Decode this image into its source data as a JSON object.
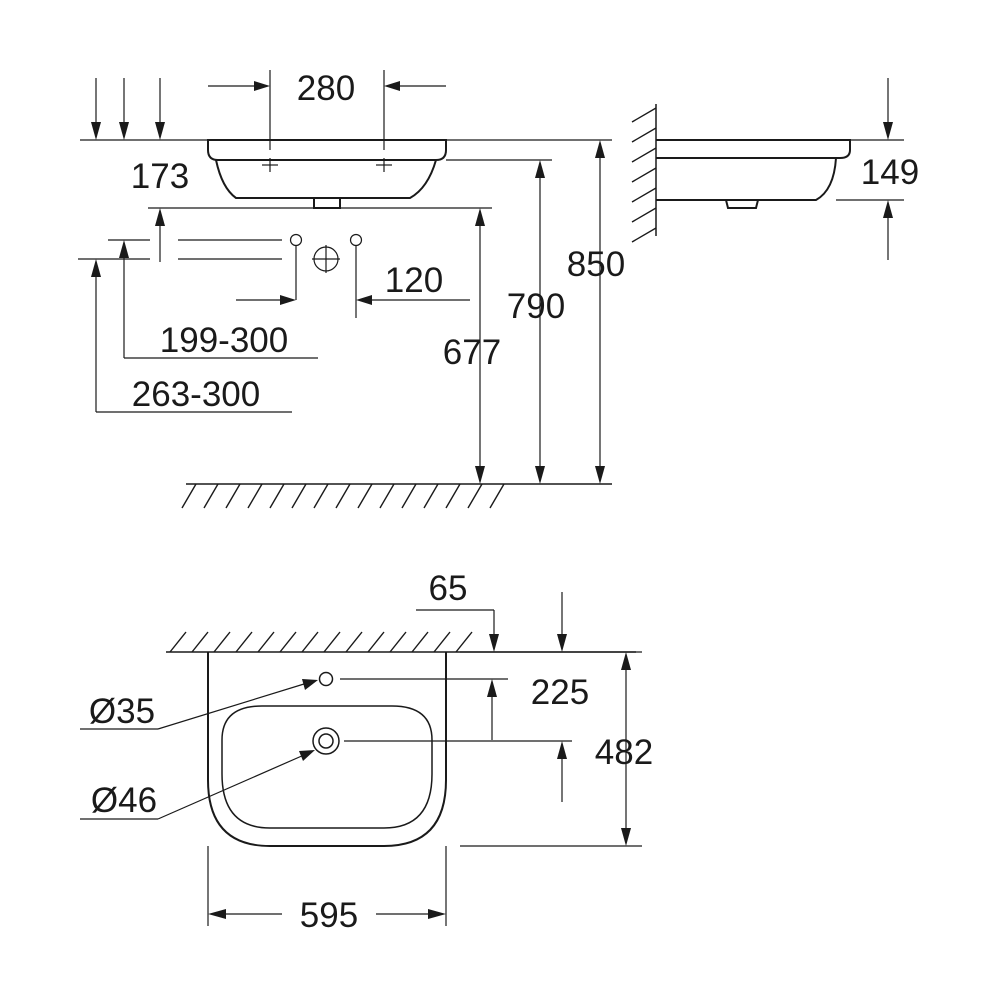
{
  "front_view": {
    "tap_hole_spacing": "280",
    "basin_depth": "173",
    "overflow_offset": "120",
    "inlet_range": "199-300",
    "outlet_range": "263-300",
    "bottom_height": "677",
    "outlet_height": "790",
    "rim_height": "850"
  },
  "side_view": {
    "basin_depth": "149"
  },
  "top_view": {
    "wall_offset": "65",
    "tap_hole_diameter": "Ø35",
    "drain_diameter": "Ø46",
    "drain_offset": "225",
    "depth": "482",
    "width": "595"
  }
}
